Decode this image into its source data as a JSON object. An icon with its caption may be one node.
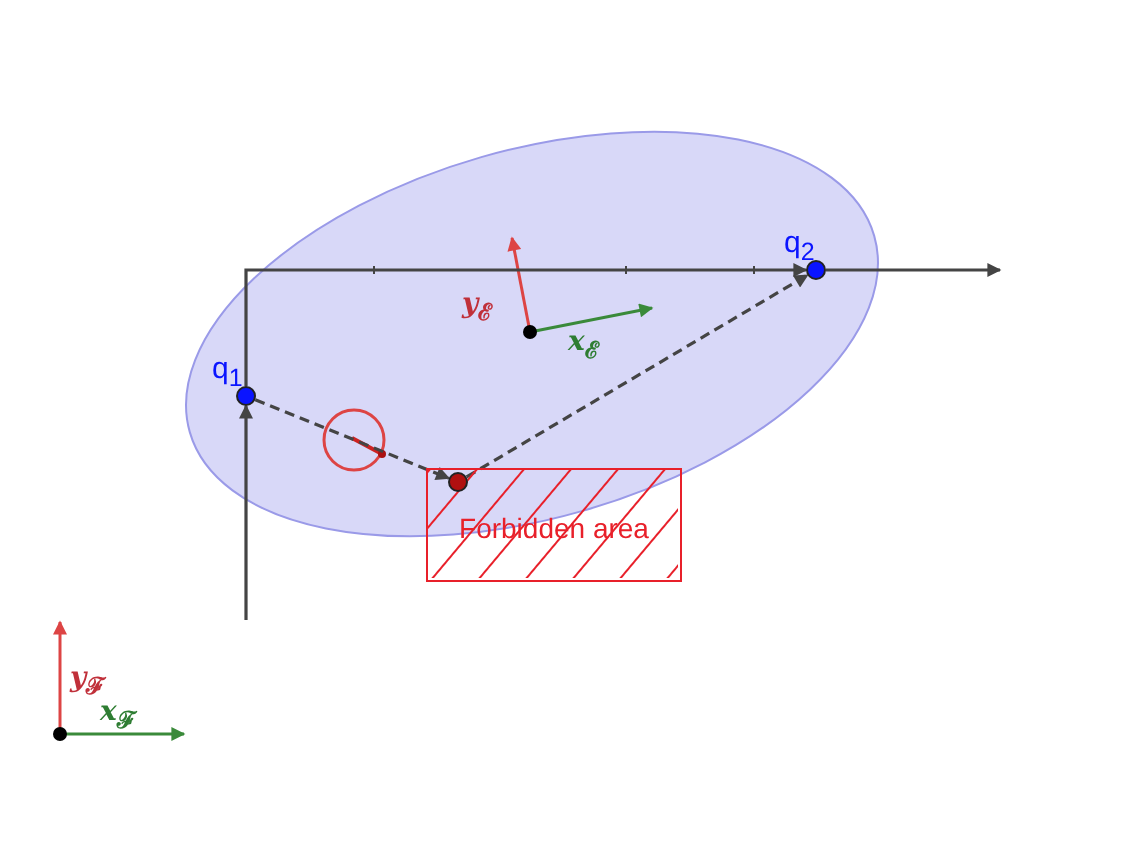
{
  "diagram": {
    "nodes": [
      {
        "text": [],
        "shape": "circle",
        "beside": [
          "q$_{1}$"
        ]
      },
      {
        "text": [],
        "shape": "circle",
        "beside": [
          "q$_{2}$"
        ]
      },
      {
        "text": [],
        "shape": "circle",
        "in": 3
      },
      {
        "text": [
          "Forbidden area"
        ]
      }
    ],
    "edges": [
      {
        "from": null,
        "to": 0,
        "arrow": "to"
      },
      {
        "from": 0,
        "to": 1,
        "arrow": "to"
      },
      {
        "from": 1,
        "to": null,
        "arrow": "to"
      },
      {
        "from": 0,
        "to": 2,
        "arrow": "to",
        "style": "dashed"
      },
      {
        "from": 2,
        "to": 1,
        "arrow": "to",
        "style": "dashed"
      }
    ],
    "labels": [
      "*y*$_{ℰ}$",
      "*x*$_{ℰ}$",
      "*y*$_{ℱ}$",
      "*x*$_{ℱ}$"
    ]
  }
}
